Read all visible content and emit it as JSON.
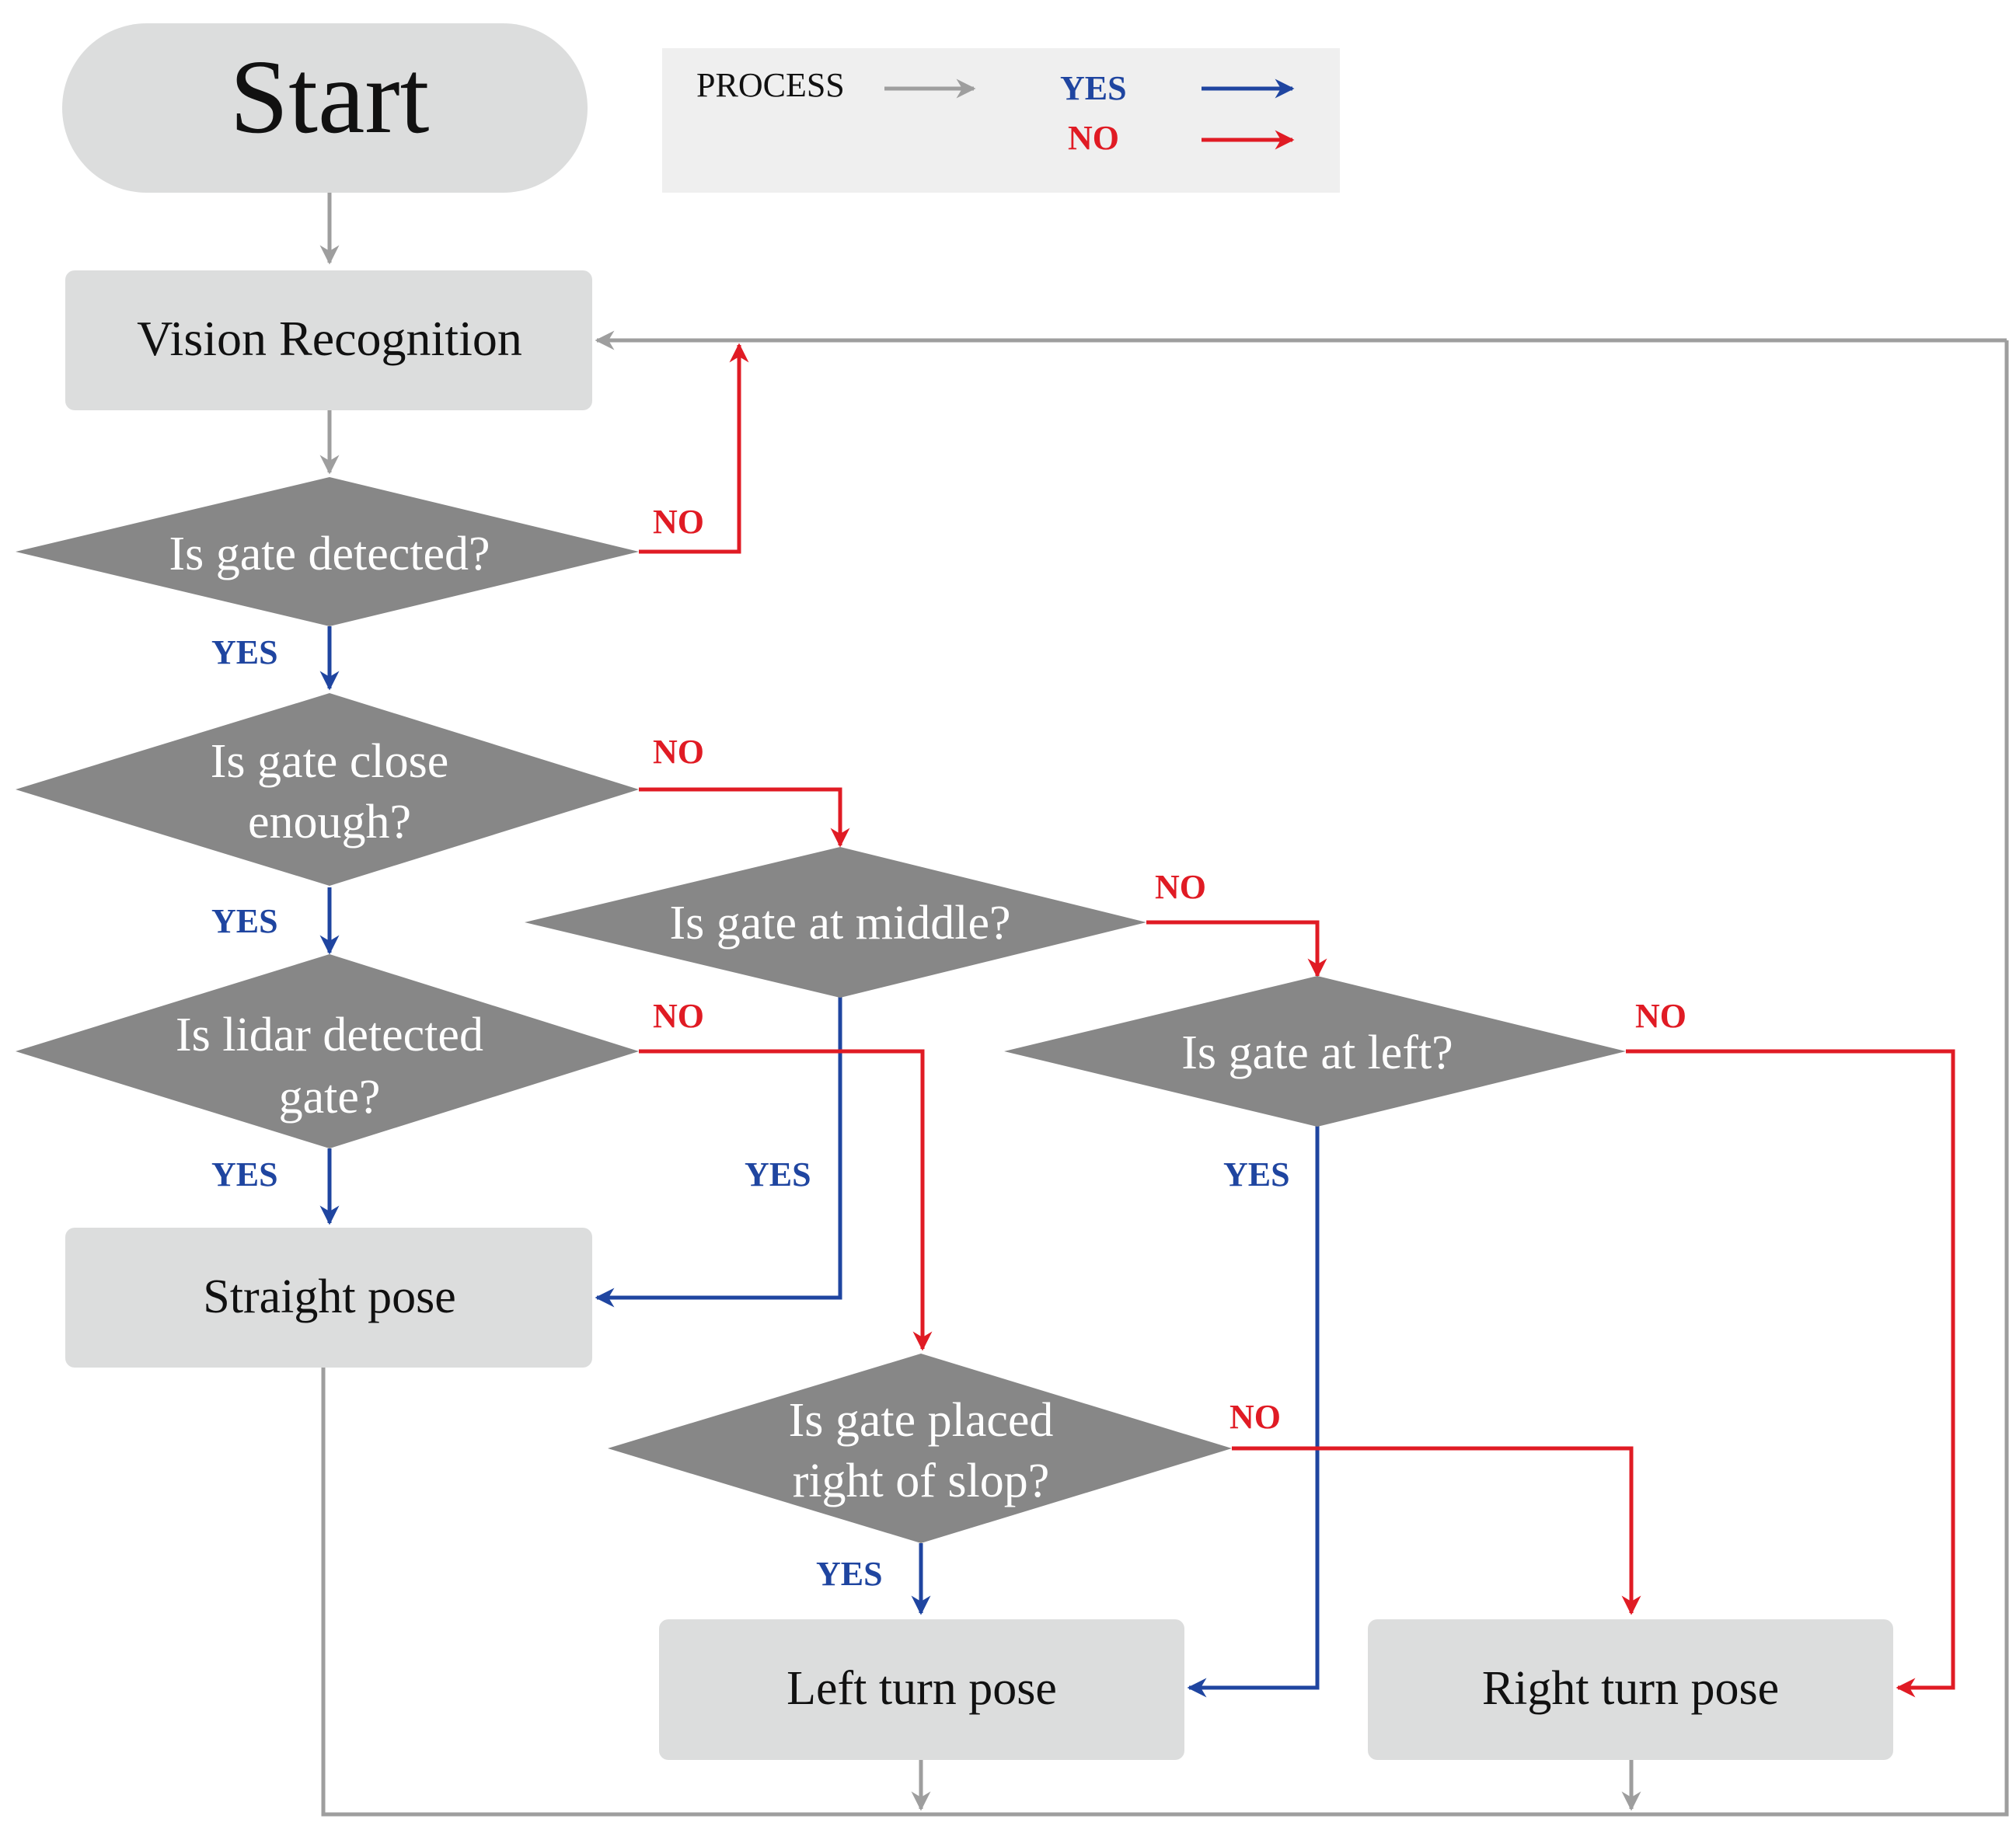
{
  "legend": {
    "process_label": "PROCESS",
    "yes_label": "YES",
    "no_label": "NO"
  },
  "colors": {
    "process": "#9e9e9e",
    "yes": "#1f45a0",
    "no": "#e01b24",
    "box_fill": "#dcdddd",
    "diamond_fill": "#878787",
    "legend_fill": "#efefef"
  },
  "nodes": {
    "start": "Start",
    "vision": "Vision Recognition",
    "gate_detected": "Is gate detected?",
    "gate_close_1": "Is gate close",
    "gate_close_2": "enough?",
    "gate_middle": "Is gate at middle?",
    "lidar_1": "Is lidar detected",
    "lidar_2": "gate?",
    "gate_left": "Is gate at left?",
    "straight": "Straight pose",
    "slope_1": "Is gate placed",
    "slope_2": "right of slop?",
    "left_turn": "Left turn pose",
    "right_turn": "Right turn pose"
  },
  "edge_labels": {
    "detected_no": "NO",
    "detected_yes": "YES",
    "close_no": "NO",
    "close_yes": "YES",
    "middle_no": "NO",
    "lidar_no": "NO",
    "middle_yes": "YES",
    "left_no": "NO",
    "left_yes": "YES",
    "lidar_yes": "YES",
    "slope_no": "NO",
    "slope_yes": "YES"
  }
}
